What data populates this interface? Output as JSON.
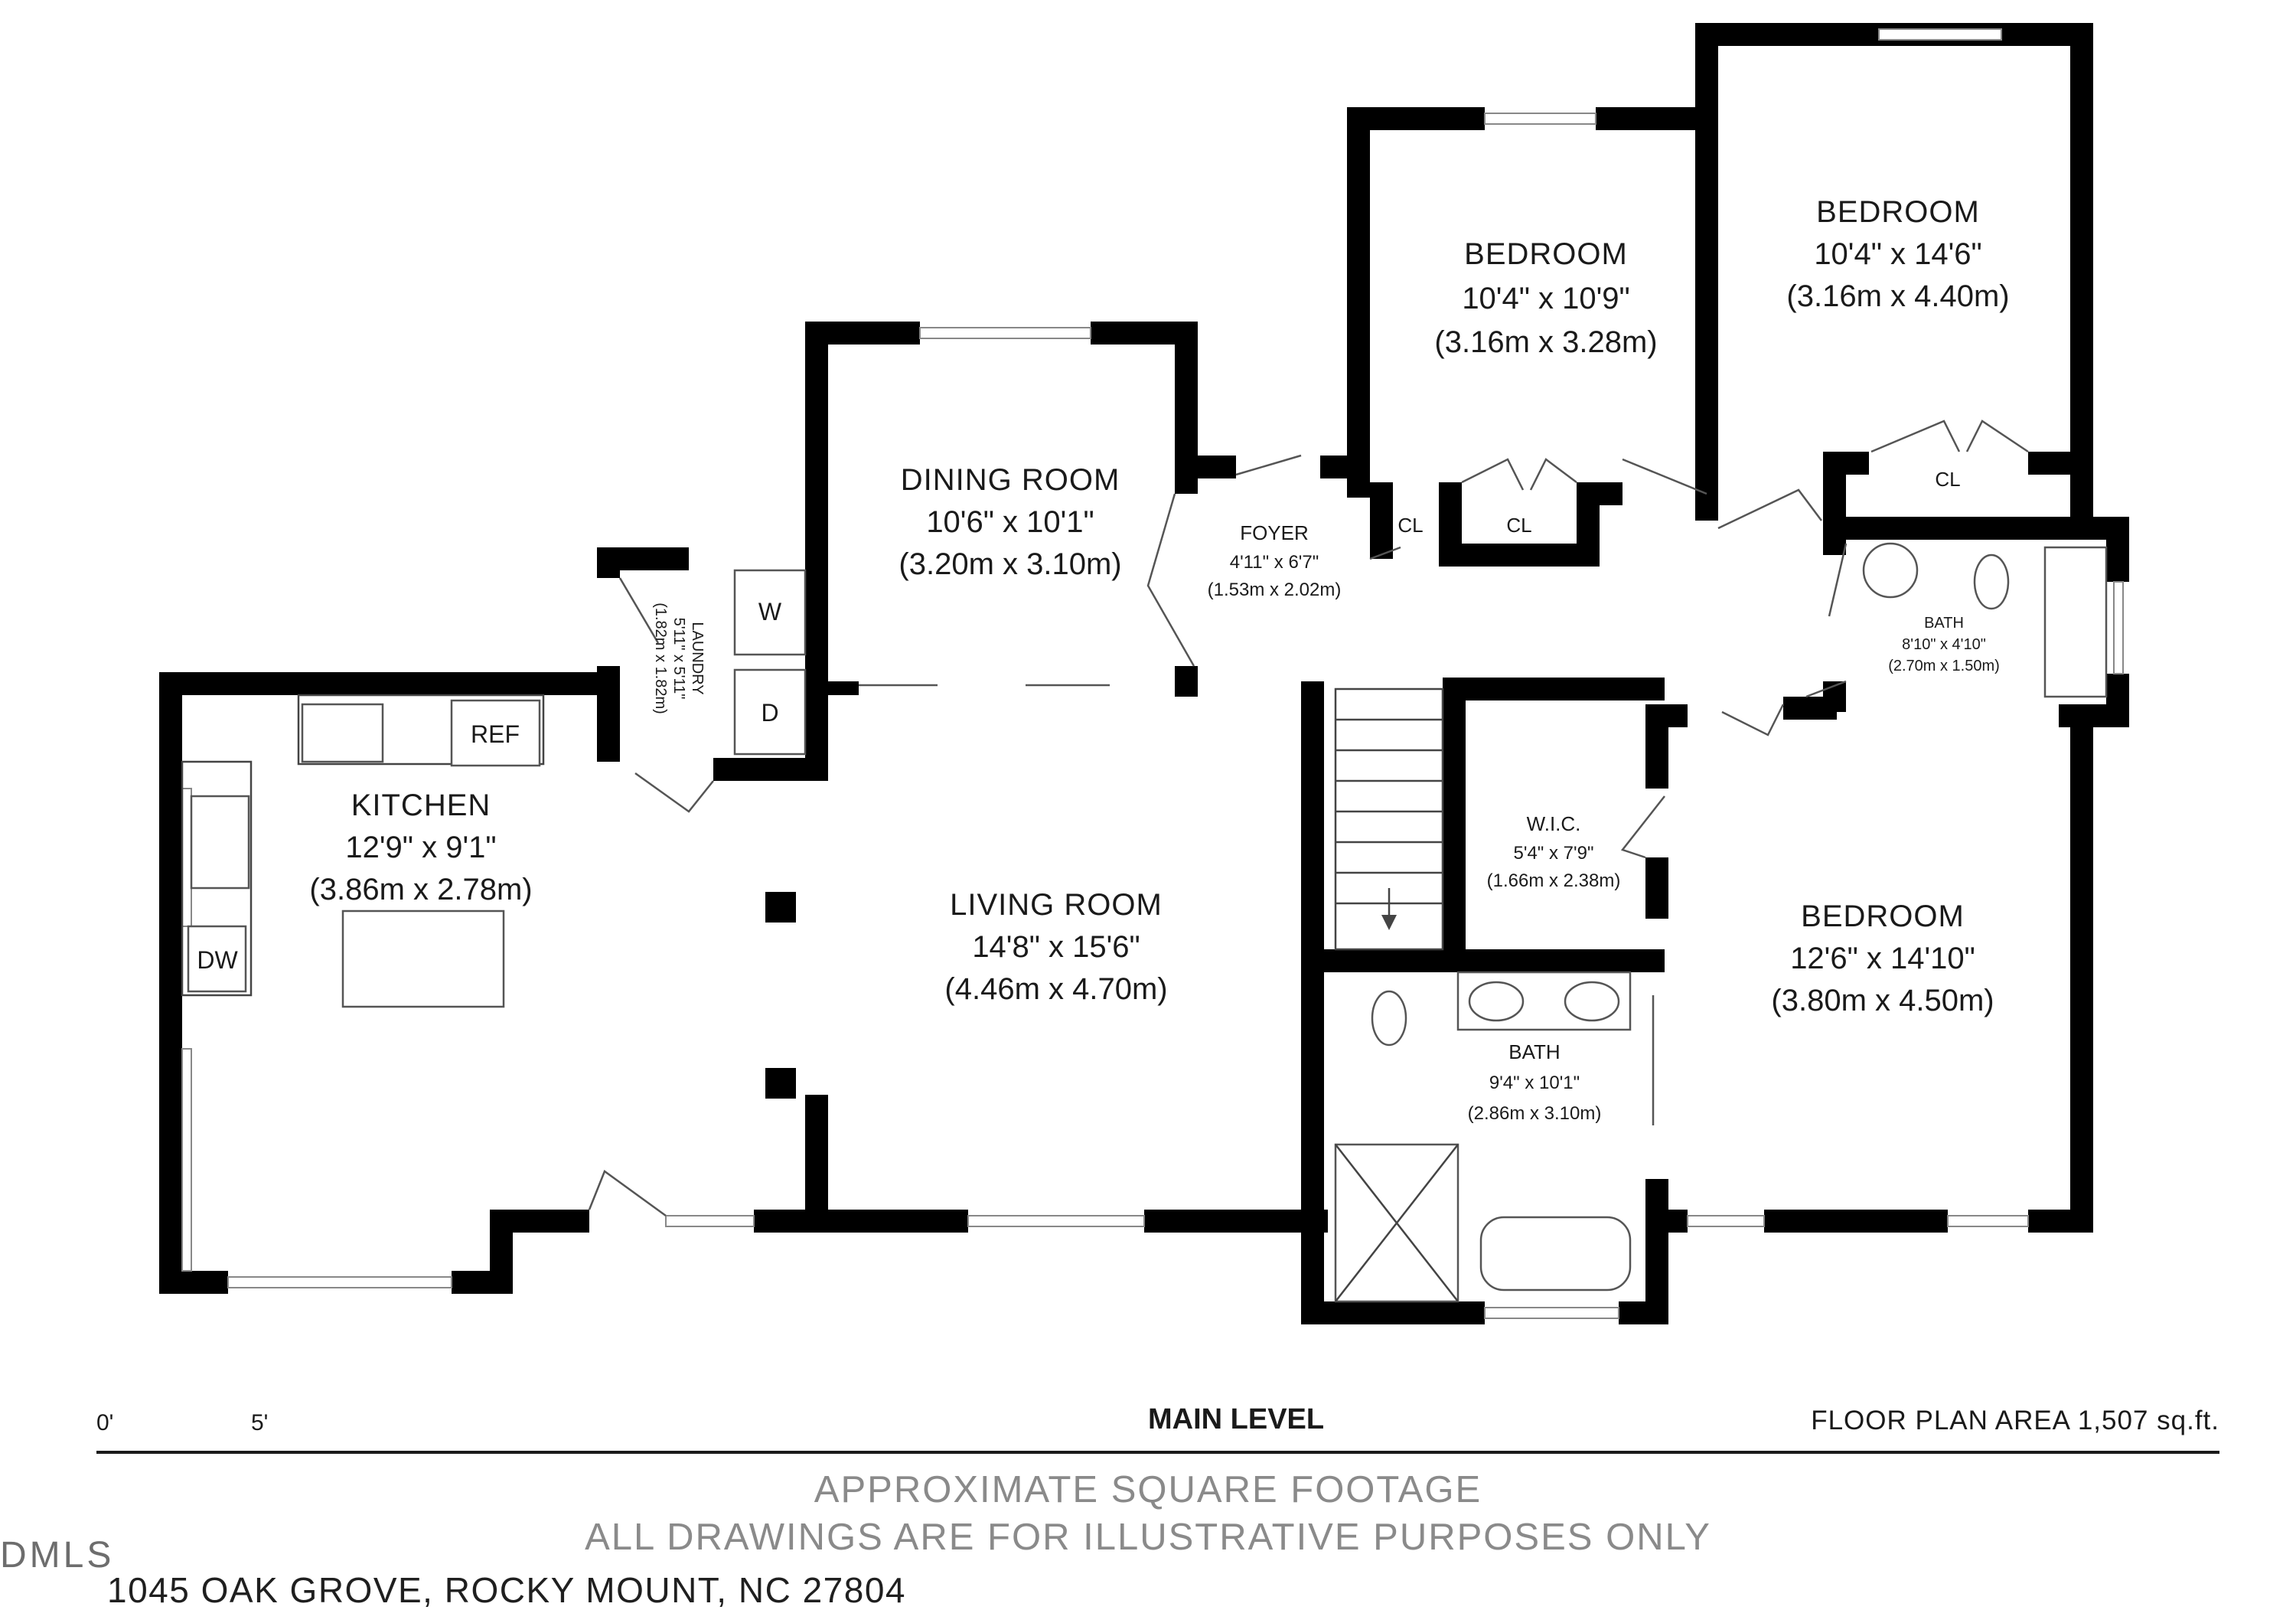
{
  "rooms": {
    "bedroom1": {
      "name": "BEDROOM",
      "dim_ft": "10'4\" x 10'9\"",
      "dim_m": "(3.16m x 3.28m)"
    },
    "bedroom2": {
      "name": "BEDROOM",
      "dim_ft": "10'4\" x 14'6\"",
      "dim_m": "(3.16m x 4.40m)"
    },
    "dining": {
      "name": "DINING ROOM",
      "dim_ft": "10'6\" x 10'1\"",
      "dim_m": "(3.20m x 3.10m)"
    },
    "foyer": {
      "name": "FOYER",
      "dim_ft": "4'11\" x 6'7\"",
      "dim_m": "(1.53m x 2.02m)"
    },
    "laundry": {
      "name": "LAUNDRY",
      "dim_ft": "5'11\" x 5'11\"",
      "dim_m": "(1.82m x 1.82m)"
    },
    "kitchen": {
      "name": "KITCHEN",
      "dim_ft": "12'9\" x 9'1\"",
      "dim_m": "(3.86m x 2.78m)"
    },
    "living": {
      "name": "LIVING ROOM",
      "dim_ft": "14'8\" x 15'6\"",
      "dim_m": "(4.46m x 4.70m)"
    },
    "wic": {
      "name": "W.I.C.",
      "dim_ft": "5'4\" x 7'9\"",
      "dim_m": "(1.66m x 2.38m)"
    },
    "bath_main": {
      "name": "BATH",
      "dim_ft": "9'4\" x 10'1\"",
      "dim_m": "(2.86m x 3.10m)"
    },
    "bath_small": {
      "name": "BATH",
      "dim_ft": "8'10\" x 4'10\"",
      "dim_m": "(2.70m x 1.50m)"
    },
    "bedroom3": {
      "name": "BEDROOM",
      "dim_ft": "12'6\" x 14'10\"",
      "dim_m": "(3.80m x 4.50m)"
    }
  },
  "closets": {
    "cl": "CL"
  },
  "appliances": {
    "washer": "W",
    "dryer": "D",
    "fridge": "REF",
    "dishwasher": "DW"
  },
  "scale": {
    "start": "0'",
    "end": "5'"
  },
  "level": "MAIN LEVEL",
  "area": "FLOOR PLAN AREA 1,507 sq.ft.",
  "disclaimer": {
    "line1": "APPROXIMATE SQUARE FOOTAGE",
    "line2": "ALL DRAWINGS ARE FOR ILLUSTRATIVE PURPOSES ONLY"
  },
  "watermark": "DMLS",
  "address": "1045 OAK GROVE, ROCKY MOUNT, NC 27804"
}
